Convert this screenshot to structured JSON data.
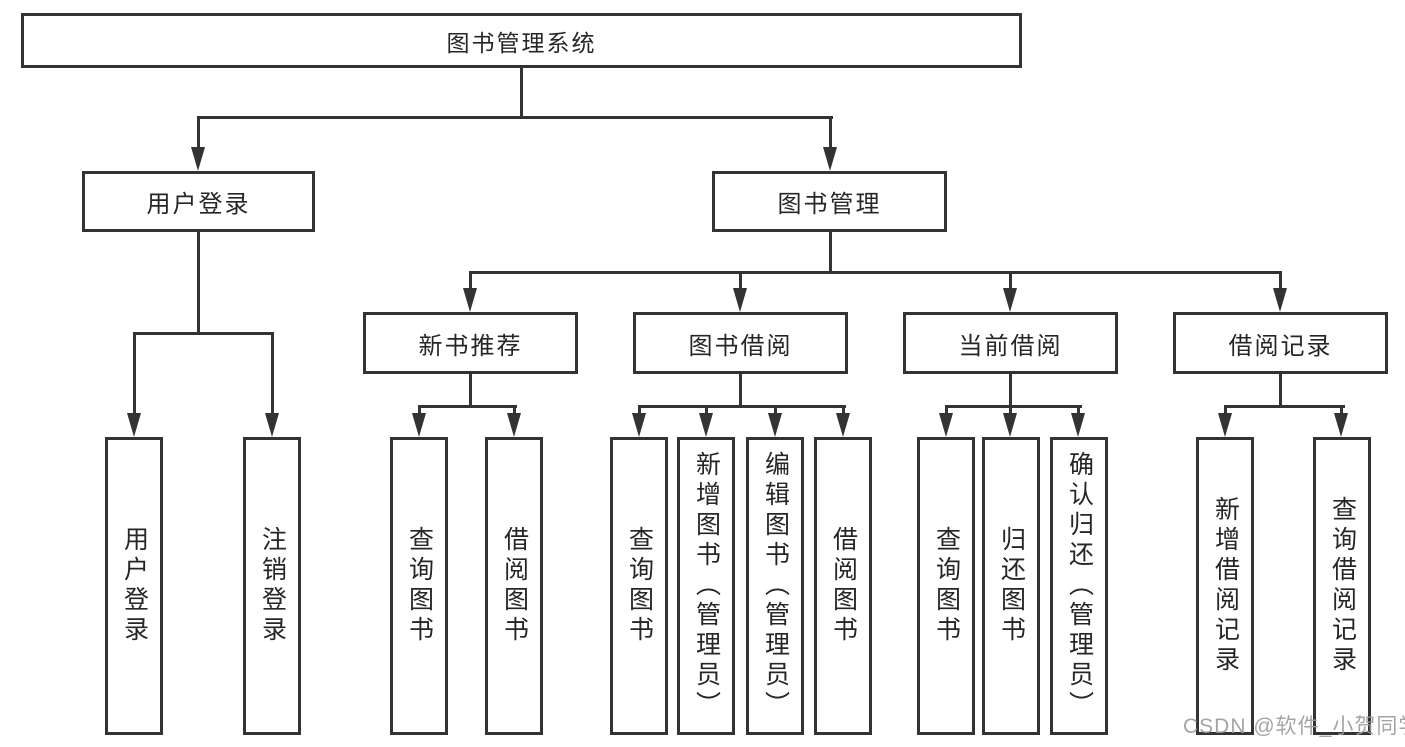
{
  "diagram": {
    "title": "图书管理系统",
    "nodes": {
      "root": "图书管理系统",
      "user_login": "用户登录",
      "book_mgmt": "图书管理",
      "login": "用户登录",
      "logout": "注销登录",
      "new_rec": "新书推荐",
      "borrow": "图书借阅",
      "current": "当前借阅",
      "record": "借阅记录",
      "rec_query": "查询图书",
      "rec_borrow": "借阅图书",
      "bor_query": "查询图书",
      "bor_add": "新增图书（管理员）",
      "bor_edit": "编辑图书（管理员）",
      "bor_borrow": "借阅图书",
      "cur_query": "查询图书",
      "cur_return": "归还图书",
      "cur_confirm": "确认归还（管理员）",
      "rcd_add": "新增借阅记录",
      "rcd_query": "查询借阅记录"
    },
    "edges": [
      {
        "from": "图书管理系统",
        "to": "用户登录"
      },
      {
        "from": "图书管理系统",
        "to": "图书管理"
      },
      {
        "from": "用户登录",
        "to": "用户登录"
      },
      {
        "from": "用户登录",
        "to": "注销登录"
      },
      {
        "from": "图书管理",
        "to": "新书推荐"
      },
      {
        "from": "图书管理",
        "to": "图书借阅"
      },
      {
        "from": "图书管理",
        "to": "当前借阅"
      },
      {
        "from": "图书管理",
        "to": "借阅记录"
      },
      {
        "from": "新书推荐",
        "to": "查询图书"
      },
      {
        "from": "新书推荐",
        "to": "借阅图书"
      },
      {
        "from": "图书借阅",
        "to": "查询图书"
      },
      {
        "from": "图书借阅",
        "to": "新增图书（管理员）"
      },
      {
        "from": "图书借阅",
        "to": "编辑图书（管理员）"
      },
      {
        "from": "图书借阅",
        "to": "借阅图书"
      },
      {
        "from": "当前借阅",
        "to": "查询图书"
      },
      {
        "from": "当前借阅",
        "to": "归还图书"
      },
      {
        "from": "当前借阅",
        "to": "确认归还（管理员）"
      },
      {
        "from": "借阅记录",
        "to": "新增借阅记录"
      },
      {
        "from": "借阅记录",
        "to": "查询借阅记录"
      }
    ]
  },
  "watermark": {
    "text": "CSDN @软件_小贺同学",
    "color": "#9b9b9b"
  },
  "colors": {
    "line": "#333333",
    "text": "#262626",
    "box_background": "#ffffff",
    "page_background": "#ffffff"
  }
}
